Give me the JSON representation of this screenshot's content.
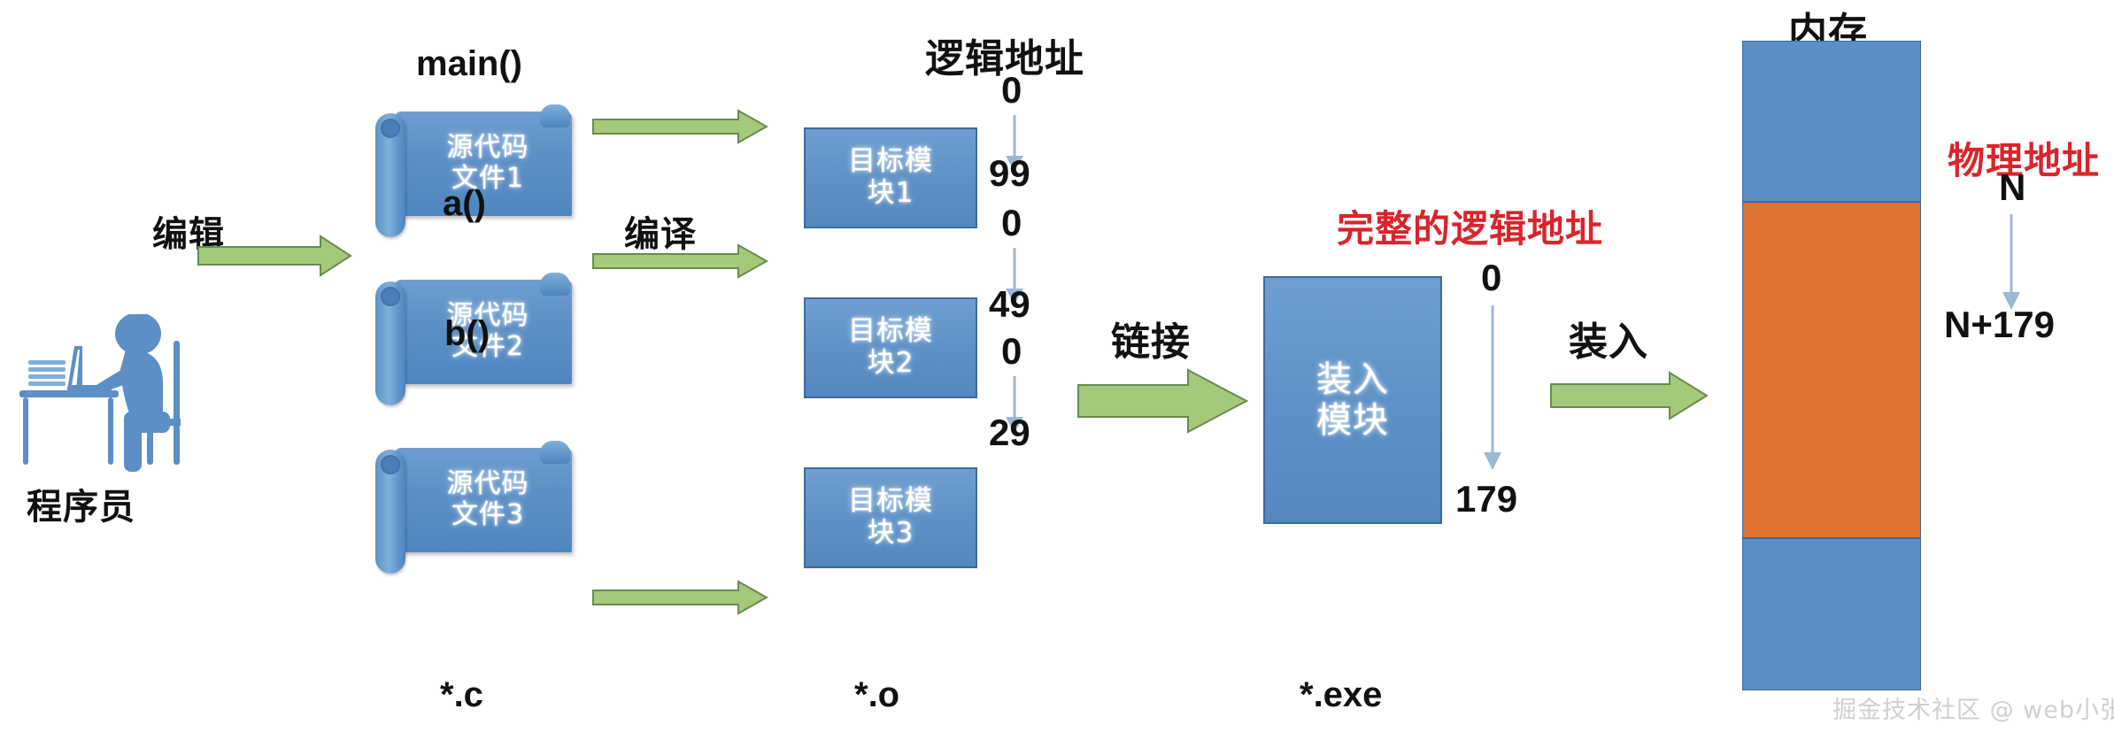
{
  "diagram": {
    "title_memory": "内存",
    "title_logical_address": "逻辑地址",
    "title_full_logical_address": "完整的逻辑地址",
    "title_physical_address": "物理地址",
    "actor_label": "程序员",
    "steps": {
      "edit": "编辑",
      "compile": "编译",
      "link": "链接",
      "load": "装入"
    },
    "source_files": [
      {
        "func": "main()",
        "line1": "源代码",
        "line2": "文件1"
      },
      {
        "func": "a()",
        "line1": "源代码",
        "line2": "文件2"
      },
      {
        "func": "b()",
        "line1": "源代码",
        "line2": "文件3"
      }
    ],
    "object_modules": [
      {
        "line1": "目标模",
        "line2": "块1",
        "addr_start": "0",
        "addr_end": "99"
      },
      {
        "line1": "目标模",
        "line2": "块2",
        "addr_start": "0",
        "addr_end": "49"
      },
      {
        "line1": "目标模",
        "line2": "块3",
        "addr_start": "0",
        "addr_end": "29"
      }
    ],
    "load_module": {
      "line1": "装入",
      "line2": "模块",
      "addr_start": "0",
      "addr_end": "179"
    },
    "memory": {
      "segments": [
        "free",
        "loaded",
        "free"
      ],
      "addr_start": "N",
      "addr_end": "N+179"
    },
    "file_extensions": {
      "source": "*.c",
      "object": "*.o",
      "executable": "*.exe"
    },
    "watermark": "掘金技术社区 @ web小张",
    "colors": {
      "module_blue": "#5b8fc6",
      "memory_blue": "#5b8fc6",
      "memory_orange": "#dd7233",
      "arrow_green": "#a4c97a",
      "arrow_green_border": "#6a8a50",
      "accent_red": "#d8252b",
      "thin_arrow_blue": "#9bb7d4"
    }
  }
}
